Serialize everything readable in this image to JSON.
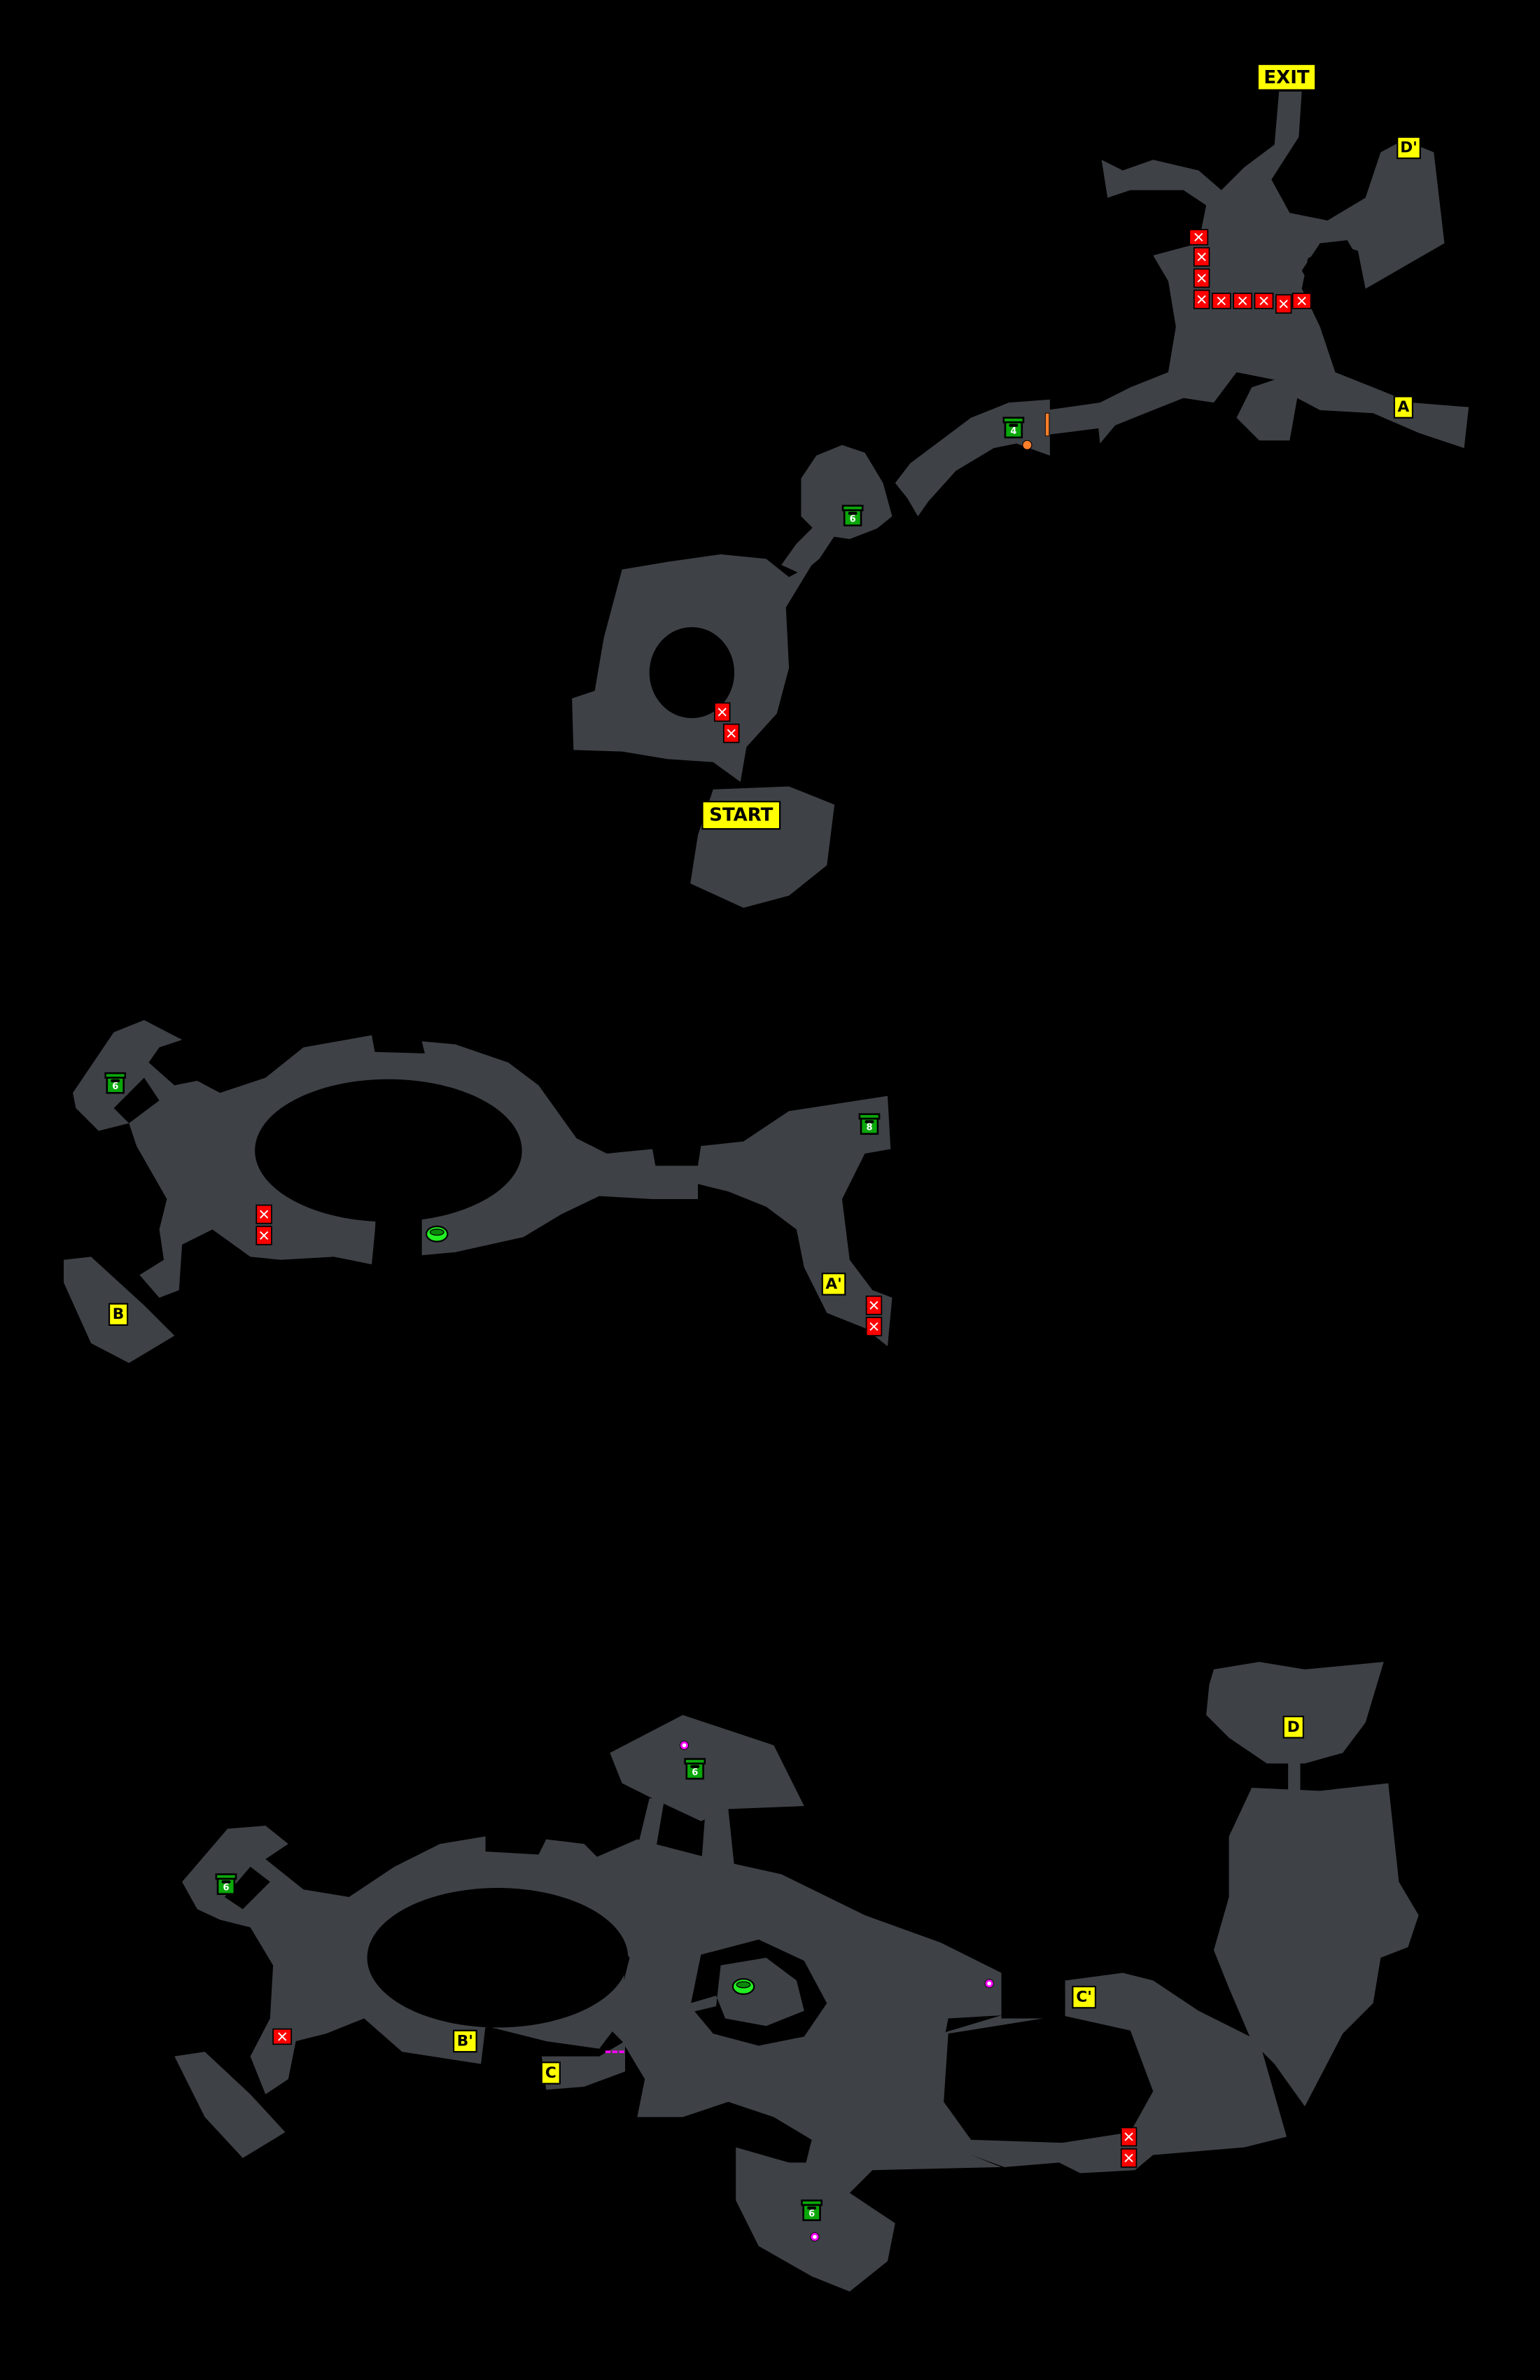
{
  "map": {
    "labels": {
      "exit": "EXIT",
      "start": "START",
      "a": "A",
      "a_prime": "A'",
      "b": "B",
      "b_prime": "B'",
      "c": "C",
      "c_prime": "C'",
      "d": "D",
      "d_prime": "D'"
    },
    "chests": [
      {
        "icon": "treasure-chest-icon",
        "number": "4"
      },
      {
        "icon": "treasure-chest-icon",
        "number": "6"
      },
      {
        "icon": "treasure-chest-icon",
        "number": "6"
      },
      {
        "icon": "treasure-chest-icon",
        "number": "8"
      },
      {
        "icon": "treasure-chest-icon",
        "number": "6"
      },
      {
        "icon": "treasure-chest-icon",
        "number": "6"
      },
      {
        "icon": "treasure-chest-icon",
        "number": "6"
      }
    ],
    "colors": {
      "background": "#000000",
      "floor": "#3e4146",
      "label": "#ffff00",
      "blocker": "#ff0000",
      "chest": "#0aa70a",
      "door": "#ff7f2a",
      "switch": "#ff00ff"
    },
    "icons": [
      "blocker-x-icon",
      "pot-icon",
      "door-icon",
      "switch-icon",
      "barrier-icon"
    ]
  }
}
